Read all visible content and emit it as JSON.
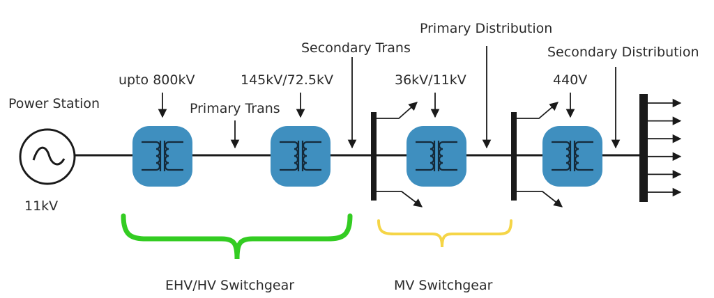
{
  "diagram": {
    "title": "Power transmission and distribution single line diagram",
    "colors": {
      "transformer_fill": "#3f8fbf",
      "line": "#1a1a1a",
      "ehv_brace": "#33cc22",
      "mv_brace": "#f5d547",
      "text": "#2b2b2b"
    },
    "generator": {
      "label": "Power Station",
      "voltage": "11kV",
      "icon": "ac-generator-icon"
    },
    "transformers": [
      {
        "id": "t1",
        "voltage_label": "upto 800kV",
        "icon": "transformer-icon"
      },
      {
        "id": "t2",
        "voltage_label": "145kV/72.5kV",
        "icon": "transformer-icon"
      },
      {
        "id": "t3",
        "voltage_label": "36kV/11kV",
        "icon": "transformer-icon"
      },
      {
        "id": "t4",
        "voltage_label": "440V",
        "icon": "transformer-icon"
      }
    ],
    "stage_labels": {
      "primary_trans": "Primary Trans",
      "secondary_trans": "Secondary Trans",
      "primary_distribution": "Primary Distribution",
      "secondary_distribution": "Secondary Distribution"
    },
    "switchgear_groups": [
      {
        "label": "EHV/HV Switchgear",
        "color": "#33cc22"
      },
      {
        "label": "MV Switchgear",
        "color": "#f5d547"
      }
    ],
    "output_feeders": 6
  }
}
